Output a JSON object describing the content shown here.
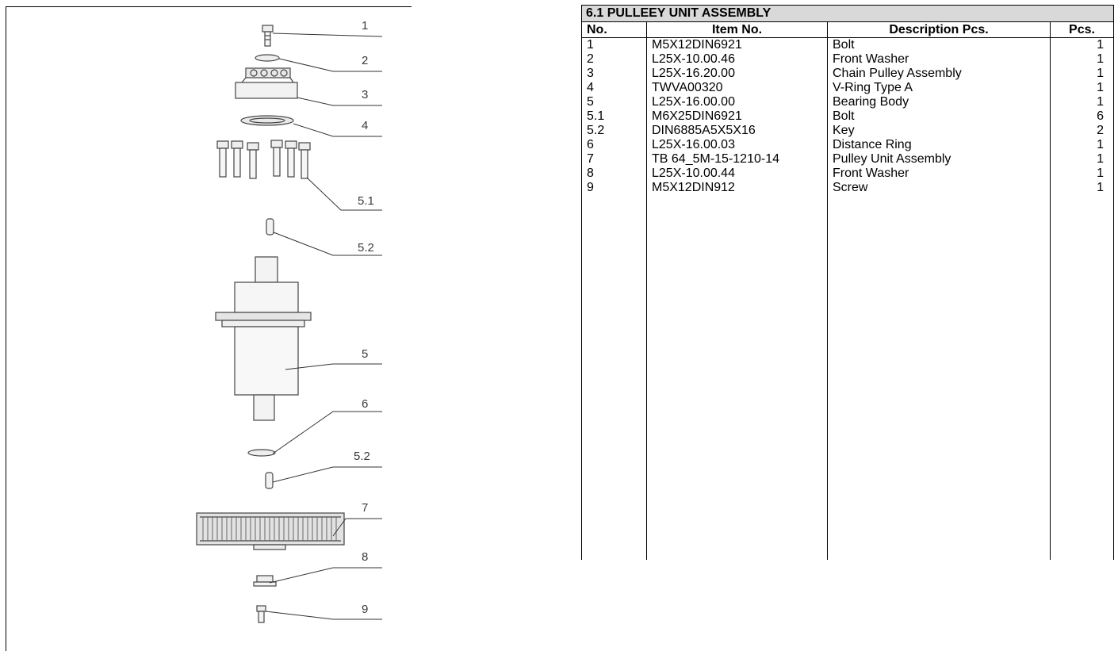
{
  "drawing": {
    "callouts": [
      "1",
      "2",
      "3",
      "4",
      "5.1",
      "5.2",
      "5",
      "6",
      "5.2",
      "7",
      "8",
      "9"
    ]
  },
  "table": {
    "title": "6.1 PULLEEY UNIT ASSEMBLY",
    "headers": {
      "no": "No.",
      "item": "Item No.",
      "desc": "Description Pcs.",
      "pcs": "Pcs."
    },
    "rows": [
      {
        "no": "1",
        "item": "M5X12DIN6921",
        "desc": "Bolt",
        "pcs": "1"
      },
      {
        "no": "2",
        "item": "L25X-10.00.46",
        "desc": "Front Washer",
        "pcs": "1"
      },
      {
        "no": "3",
        "item": "L25X-16.20.00",
        "desc": "Chain Pulley Assembly",
        "pcs": "1"
      },
      {
        "no": "4",
        "item": "TWVA00320",
        "desc": "V-Ring Type A",
        "pcs": "1"
      },
      {
        "no": "5",
        "item": "L25X-16.00.00",
        "desc": "Bearing Body",
        "pcs": "1"
      },
      {
        "no": "5.1",
        "item": "M6X25DIN6921",
        "desc": "Bolt",
        "pcs": "6"
      },
      {
        "no": "5.2",
        "item": "DIN6885A5X5X16",
        "desc": "Key",
        "pcs": "2"
      },
      {
        "no": "6",
        "item": "L25X-16.00.03",
        "desc": "Distance Ring",
        "pcs": "1"
      },
      {
        "no": "7",
        "item": "TB 64_5M-15-1210-14",
        "desc": "Pulley Unit Assembly",
        "pcs": "1"
      },
      {
        "no": "8",
        "item": "L25X-10.00.44",
        "desc": "Front Washer",
        "pcs": "1"
      },
      {
        "no": "9",
        "item": "M5X12DIN912",
        "desc": "Screw",
        "pcs": "1"
      }
    ]
  }
}
